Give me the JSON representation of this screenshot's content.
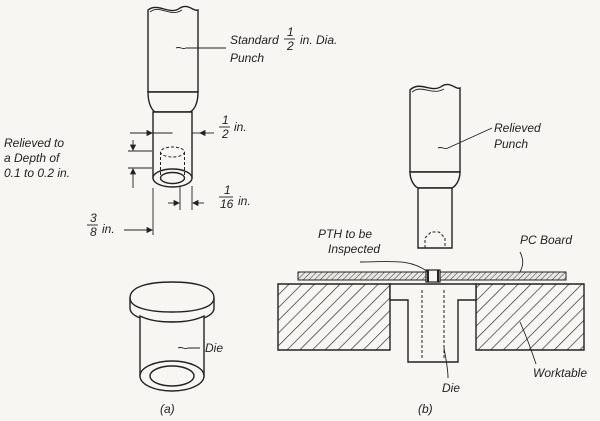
{
  "figure_a": {
    "punch_label_1": "Standard",
    "punch_frac_num": "1",
    "punch_frac_den": "2",
    "punch_label_2": "in. Dia.",
    "punch_label_3": "Punch",
    "tip_dia_num": "1",
    "tip_dia_den": "2",
    "tip_dia_unit": "in.",
    "relieved_line1": "Relieved to",
    "relieved_line2": "a Depth of",
    "relieved_line3": "0.1 to 0.2 in.",
    "wall_num": "1",
    "wall_den": "16",
    "wall_unit": "in.",
    "len_num": "3",
    "len_den": "8",
    "len_unit": "in.",
    "die_label": "Die",
    "caption": "(a)"
  },
  "figure_b": {
    "punch_line1": "Relieved",
    "punch_line2": "Punch",
    "pth_line1": "PTH to be",
    "pth_line2": "Inspected",
    "board_label": "PC Board",
    "die_label": "Die",
    "worktable_label": "Worktable",
    "caption": "(b)"
  }
}
